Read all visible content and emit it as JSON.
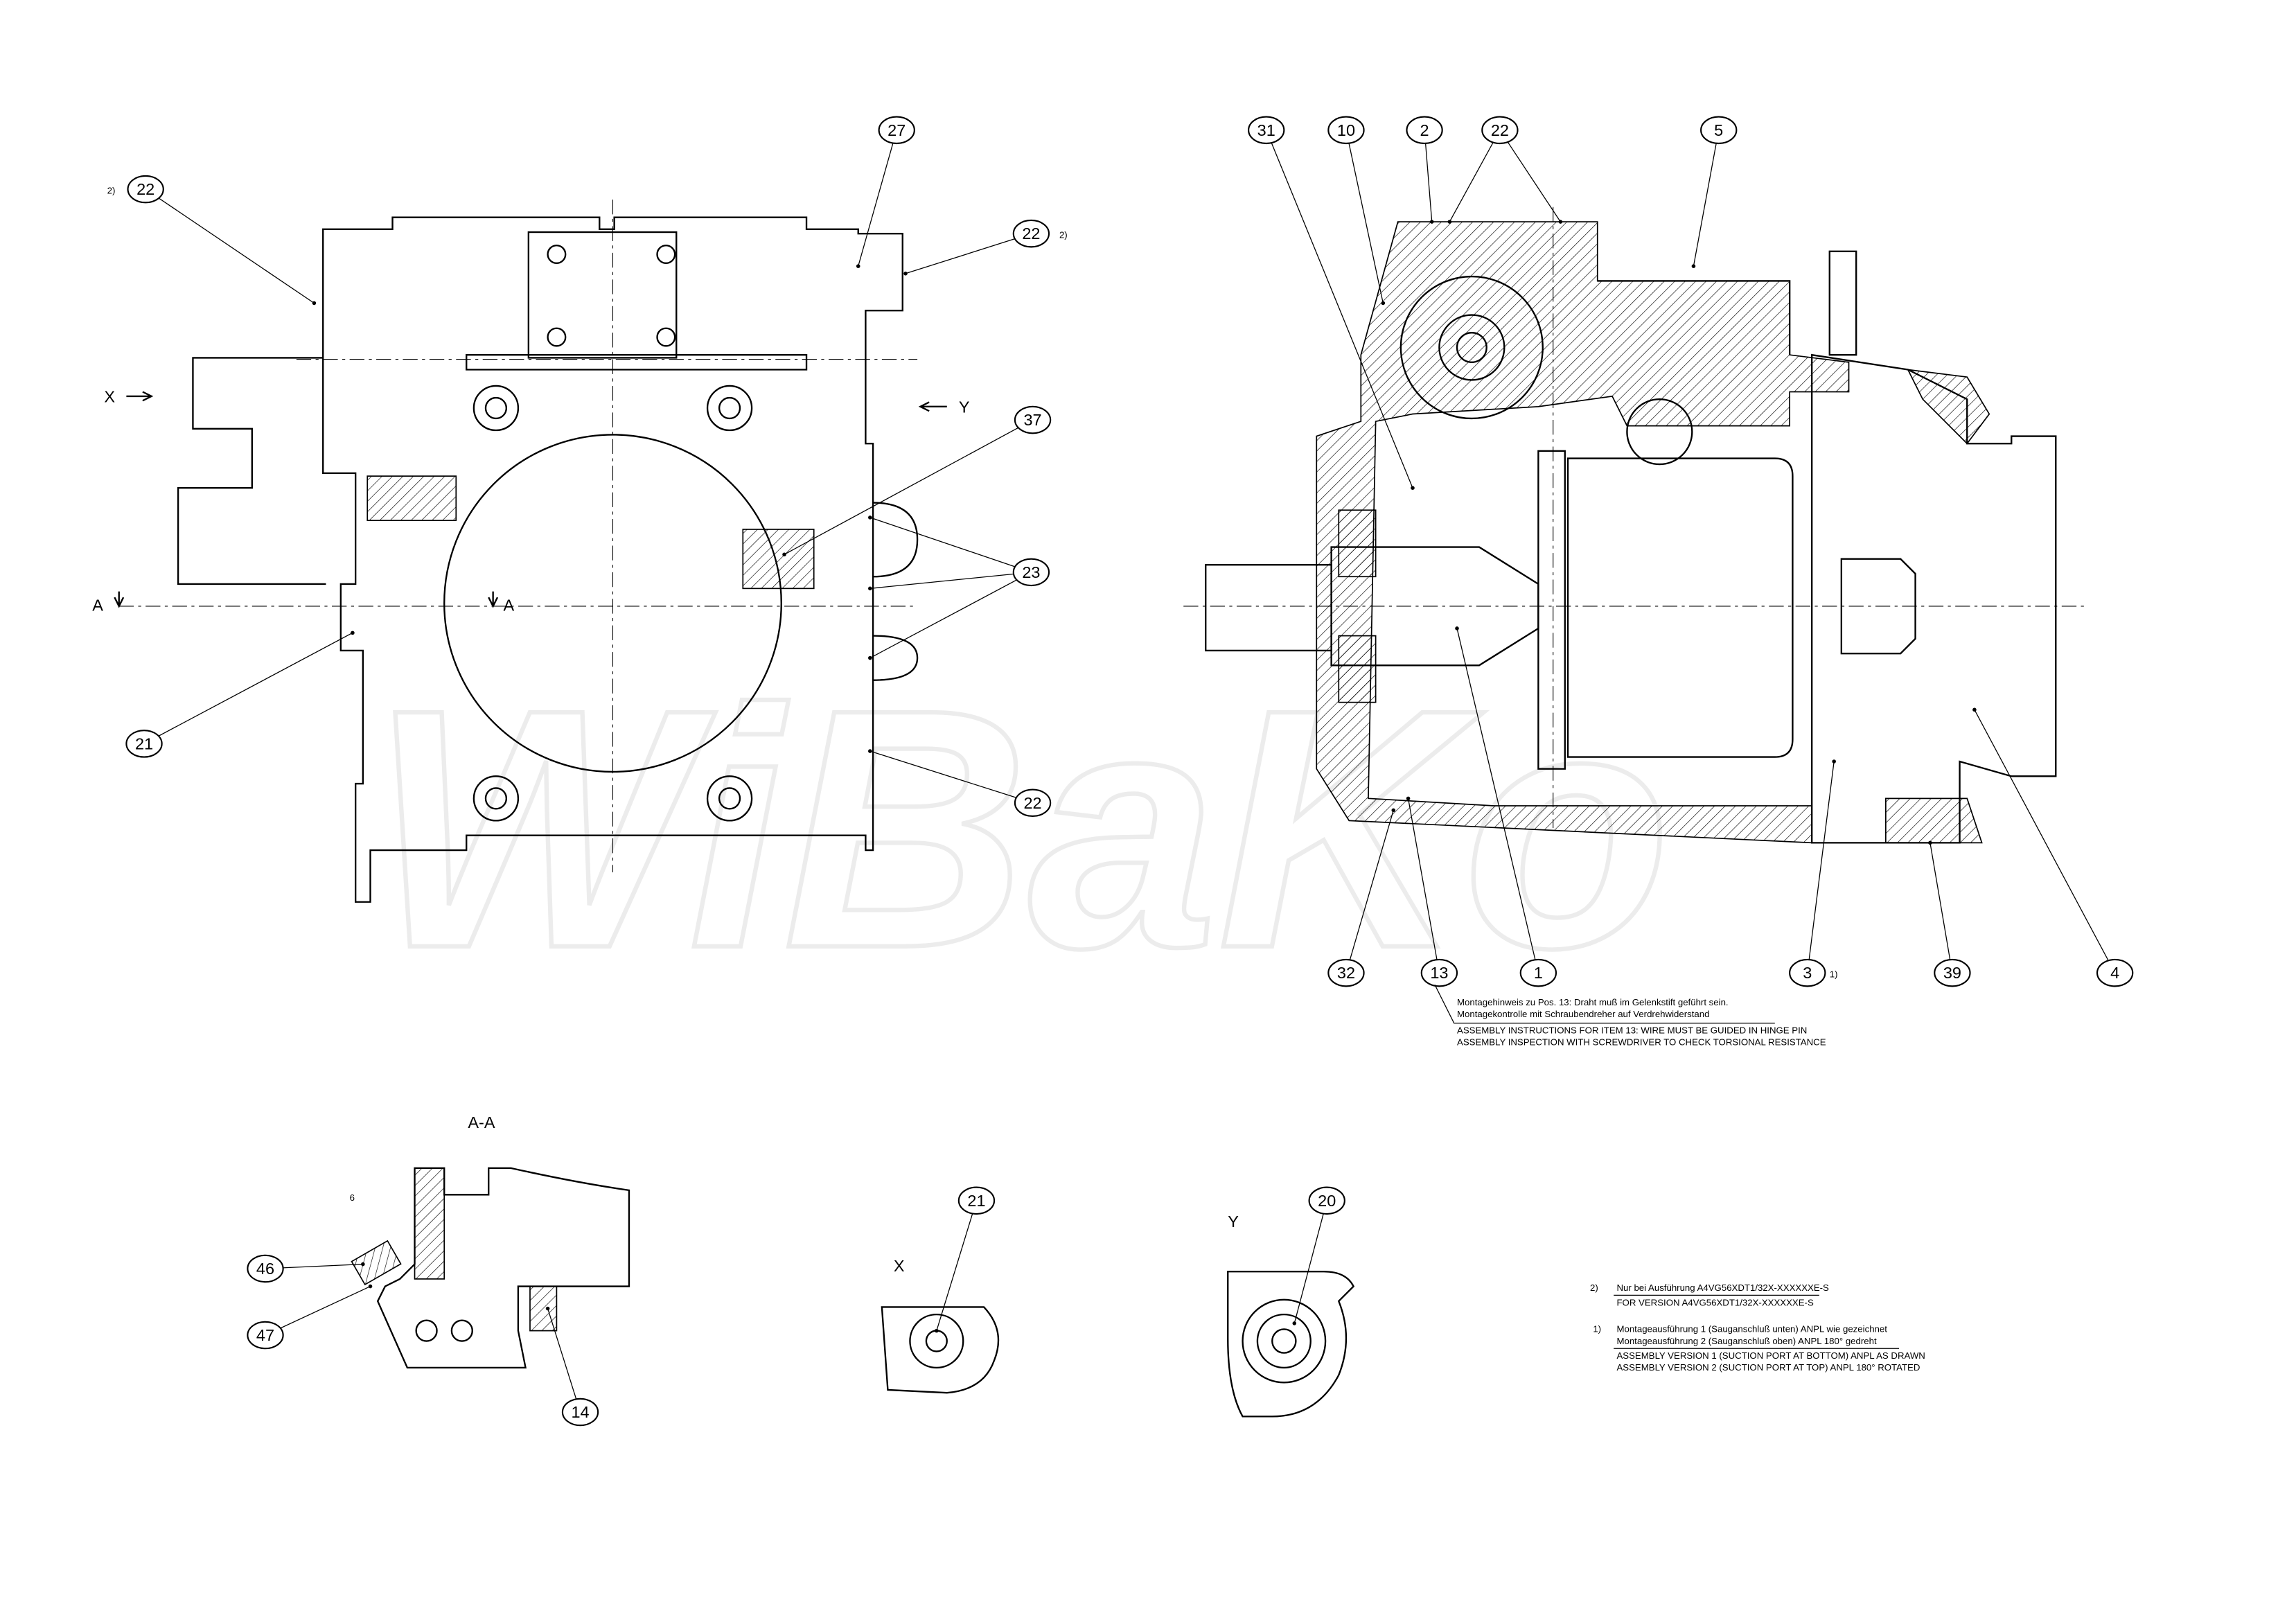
{
  "watermark": "WiBaKo",
  "views": {
    "section_label": "A-A",
    "view_x_label": "X",
    "view_y_label": "Y",
    "arrow_x": "X",
    "arrow_y": "Y",
    "section_a_left": "A",
    "section_a_right": "A",
    "dim_6": "6"
  },
  "callouts": [
    "22",
    "27",
    "22",
    "37",
    "23",
    "21",
    "22",
    "31",
    "10",
    "2",
    "22",
    "5",
    "32",
    "13",
    "1",
    "3",
    "39",
    "4",
    "46",
    "47",
    "14",
    "21",
    "20"
  ],
  "footnote_marks": {
    "left_22": "2)",
    "right_22": "2)",
    "item_3": "1)"
  },
  "notes": {
    "item13_de_1": "Montagehinweis zu Pos. 13: Draht muß im Gelenkstift geführt sein.",
    "item13_de_2": "Montagekontrolle mit Schraubendreher auf Verdrehwiderstand",
    "item13_en_1": "ASSEMBLY INSTRUCTIONS FOR ITEM 13: WIRE MUST BE GUIDED IN HINGE PIN",
    "item13_en_2": "ASSEMBLY INSPECTION WITH SCREWDRIVER TO CHECK TORSIONAL RESISTANCE",
    "fn2_mark": "2)",
    "fn2_de": "Nur bei Ausführung A4VG56XDT1/32X-XXXXXXE-S",
    "fn2_en": "FOR VERSION A4VG56XDT1/32X-XXXXXXE-S",
    "fn1_mark": "1)",
    "fn1_de_1": "Montageausführung 1 (Sauganschluß unten) ANPL wie gezeichnet",
    "fn1_de_2": "Montageausführung 2 (Sauganschluß oben) ANPL 180° gedreht",
    "fn1_en_1": "ASSEMBLY VERSION 1 (SUCTION PORT AT BOTTOM) ANPL AS DRAWN",
    "fn1_en_2": "ASSEMBLY VERSION 2 (SUCTION PORT AT TOP) ANPL 180° ROTATED"
  }
}
